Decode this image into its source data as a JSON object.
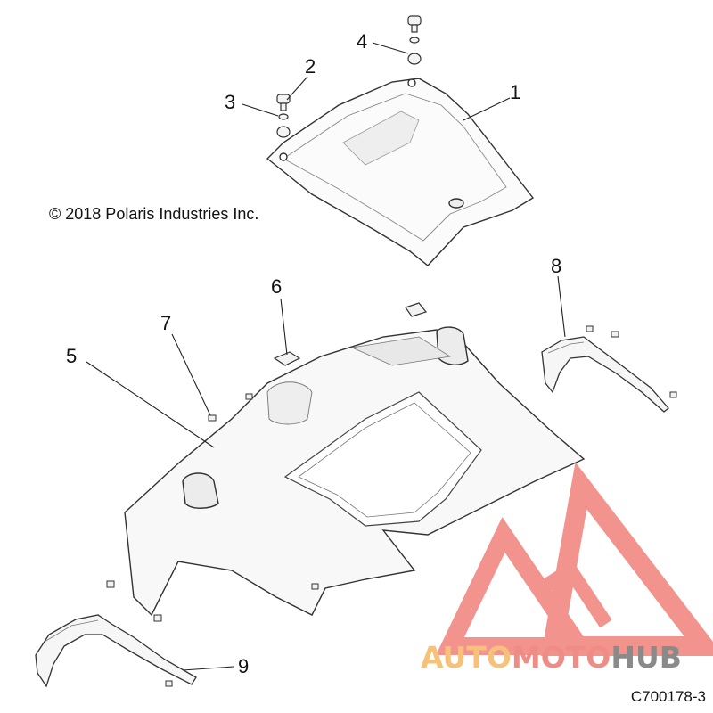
{
  "copyright": "© 2018 Polaris Industries Inc.",
  "figure_number": "C700178-3",
  "callouts": [
    {
      "n": "1",
      "part": "hood-panel"
    },
    {
      "n": "2",
      "part": "push-rivet"
    },
    {
      "n": "3",
      "part": "washer"
    },
    {
      "n": "4",
      "part": "grommet"
    },
    {
      "n": "5",
      "part": "front-cab"
    },
    {
      "n": "6",
      "part": "trim-insert"
    },
    {
      "n": "7",
      "part": "screw"
    },
    {
      "n": "8",
      "part": "right-fender-flare"
    },
    {
      "n": "9",
      "part": "left-fender-flare"
    }
  ],
  "watermark": {
    "part1": "AUTO",
    "part2": "MOTO",
    "part3": "HUB",
    "colors": {
      "auto": "#f6c27a",
      "moto": "#f08c86",
      "hub": "#8a8a8a",
      "logo": "#ef6f68"
    }
  }
}
